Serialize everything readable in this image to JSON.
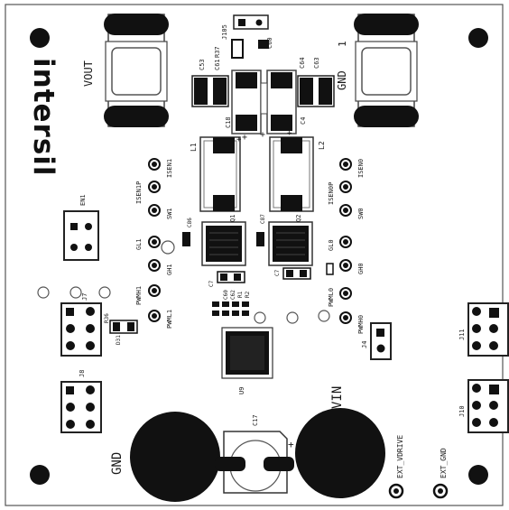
{
  "logo": {
    "text": "intersil"
  },
  "colors": {
    "ink": "#111111",
    "paper": "#ffffff",
    "grey": "#9a9a9a",
    "outline": "#444444"
  },
  "connectors": {
    "vout": "VOUT",
    "gnd_top": "GND",
    "gnd_top_mark": "1",
    "gnd_bottom": "GND",
    "vin": "VIN"
  },
  "labels": {
    "c53": "C53",
    "c61": "C61",
    "r37": "R37",
    "j105": "J105",
    "c60": "C60",
    "c64": "C64",
    "c63": "C63",
    "c18": "C18",
    "c4": "C4",
    "l1": "L1",
    "l2": "L2",
    "isen1": "ISEN1",
    "isen1p": "ISEN1P",
    "sw1": "SW1",
    "gl1": "GL1",
    "gh1": "GH1",
    "pwmh1": "PWMH1",
    "pwml1": "PWML1",
    "isen0": "ISEN0",
    "isen0p": "ISEN0P",
    "sw0": "SW0",
    "gl0": "GL0",
    "gh0": "GH0",
    "pwml0": "PWML0",
    "pwmh0": "PWMH0",
    "c86": "C86",
    "c87": "C87",
    "q1": "Q1",
    "q2": "Q2",
    "c7": "C7",
    "c7b": "C7",
    "r1": "R1",
    "r2": "R2",
    "c60b": "C60",
    "c62": "C62",
    "en1": "EN1",
    "j7": "J7",
    "r36": "R36",
    "d31": "D31",
    "j8": "J8",
    "j4": "J4",
    "u9": "U9",
    "j11": "J11",
    "j10": "J10",
    "c17": "C17",
    "plus": "+",
    "ext_vdrive": "EXT_VDRIVE",
    "ext_gnd": "EXT_GND"
  }
}
